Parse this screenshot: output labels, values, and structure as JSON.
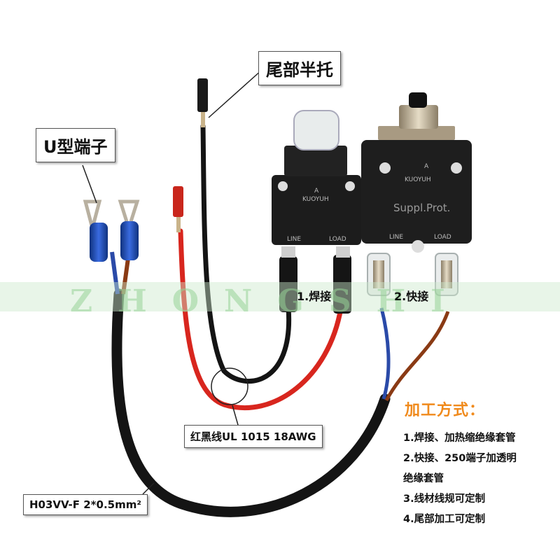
{
  "labels": {
    "tail": "尾部半托",
    "u_terminal": "U型端子",
    "wire": "红黑线UL 1015 18AWG",
    "cable": "H03VV-F 2*0.5mm²",
    "step1": "1.焊接",
    "step2": "2.快接"
  },
  "methods": {
    "title": "加工方式：",
    "items": [
      "1.焊接、加热缩绝缘套管",
      "2.快接、250端子加透明",
      "绝缘套管",
      "3.线材线规可定制",
      "4.尾部加工可定制"
    ]
  },
  "watermark": "ZHONGSHI",
  "devices": {
    "brand": "KUOYUH",
    "a_mark": "A",
    "line": "LINE",
    "load": "LOAD",
    "suppl": "Suppl.Prot."
  },
  "colors": {
    "accent_orange": "#f08a1c",
    "wire_red": "#d8261e",
    "wire_black": "#141414",
    "wire_blue": "#2a4aa8",
    "wire_brown": "#8a3a14",
    "insulator_blue": "#1b4fb8",
    "housing": "#1c1c1c"
  }
}
